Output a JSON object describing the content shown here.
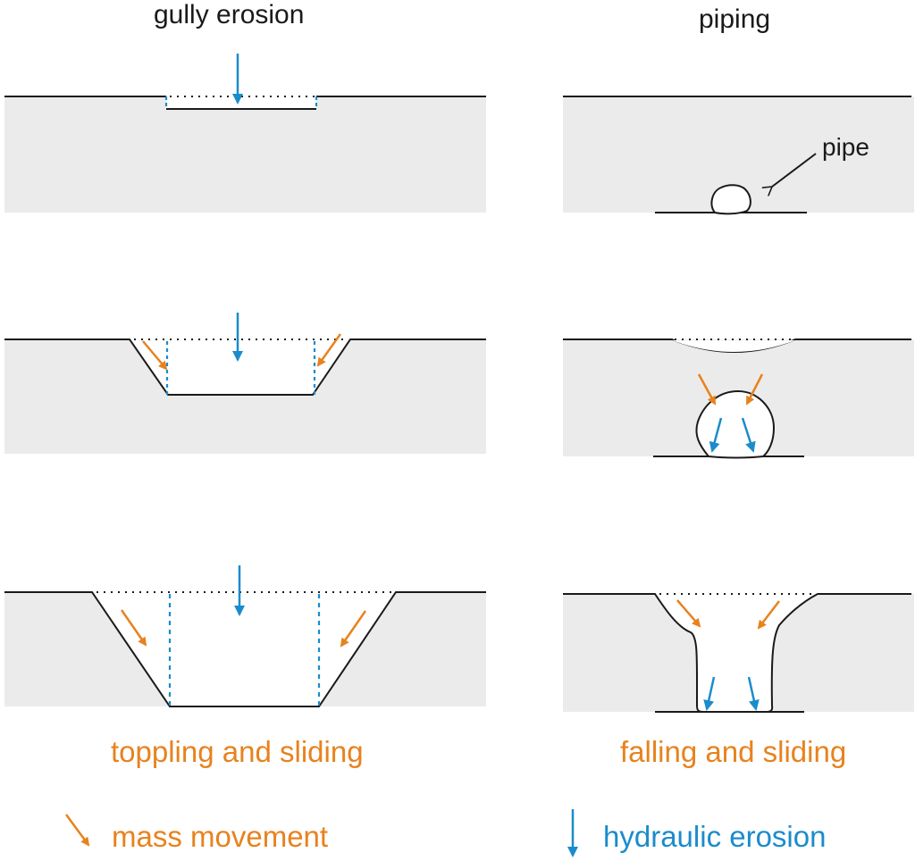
{
  "titles": {
    "left": "gully erosion",
    "right": "piping"
  },
  "annotations": {
    "pipe": "pipe"
  },
  "process_labels": {
    "left": "toppling and sliding",
    "right": "falling and sliding"
  },
  "legend": {
    "mass_movement": "mass movement",
    "hydraulic_erosion": "hydraulic erosion"
  },
  "colors": {
    "soil": "#ebebeb",
    "outline": "#1a1a1a",
    "mass_movement": "#e8821e",
    "hydraulic_erosion": "#1b8ccb"
  }
}
